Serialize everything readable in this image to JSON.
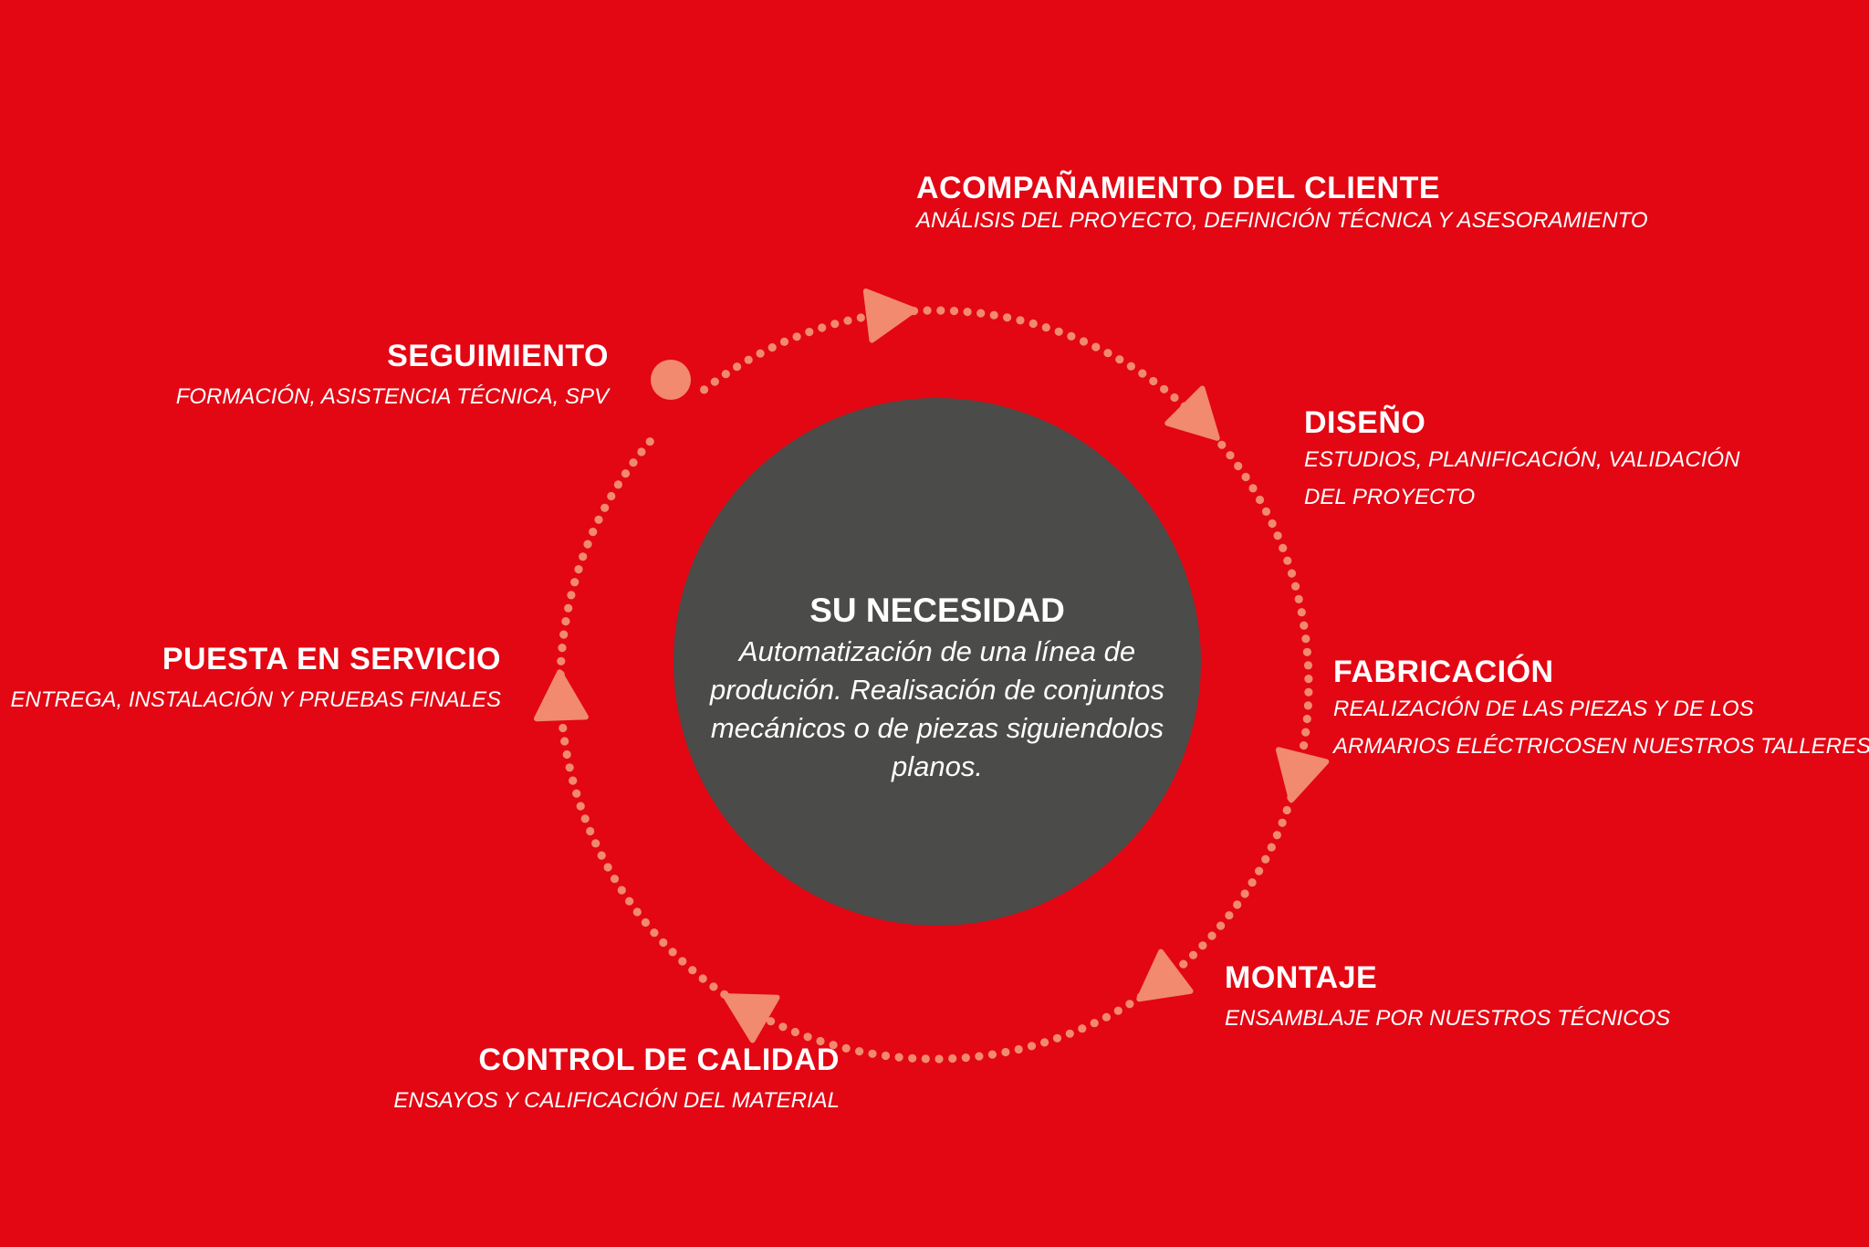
{
  "center": {
    "title": "SU NECESIDAD",
    "text": "Automatización de una línea de produción. Realisación de conjuntos mecánicos o de piezas siguiendolos planos."
  },
  "steps": [
    {
      "title": "ACOMPAÑAMIENTO DEL CLIENTE",
      "description": "ANÁLISIS DEL PROYECTO, DEFINICIÓN TÉCNICA Y ASESORAMIENTO"
    },
    {
      "title": "DISEÑO",
      "description_line1": "ESTUDIOS, PLANIFICACIÓN, VALIDACIÓN",
      "description_line2": "DEL PROYECTO"
    },
    {
      "title": "FABRICACIÓN",
      "description_line1": "REALIZACIÓN DE LAS PIEZAS Y DE LOS",
      "description_line2": "ARMARIOS ELÉCTRICOSEN NUESTROS TALLERES"
    },
    {
      "title": "MONTAJE",
      "description": "ENSAMBLAJE POR NUESTROS TÉCNICOS"
    },
    {
      "title": "CONTROL DE CALIDAD",
      "description": "ENSAYOS Y CALIFICACIÓN DEL MATERIAL"
    },
    {
      "title": "PUESTA EN SERVICIO",
      "description": "ENTREGA, INSTALACIÓN Y PRUEBAS FINALES"
    },
    {
      "title": "SEGUIMIENTO",
      "description": "FORMACIÓN, ASISTENCIA TÉCNICA, SPV"
    }
  ],
  "colors": {
    "background": "#e30613",
    "center_circle": "#4b4b49",
    "dots_and_arrows": "#f18a6e",
    "text": "#ffffff"
  }
}
